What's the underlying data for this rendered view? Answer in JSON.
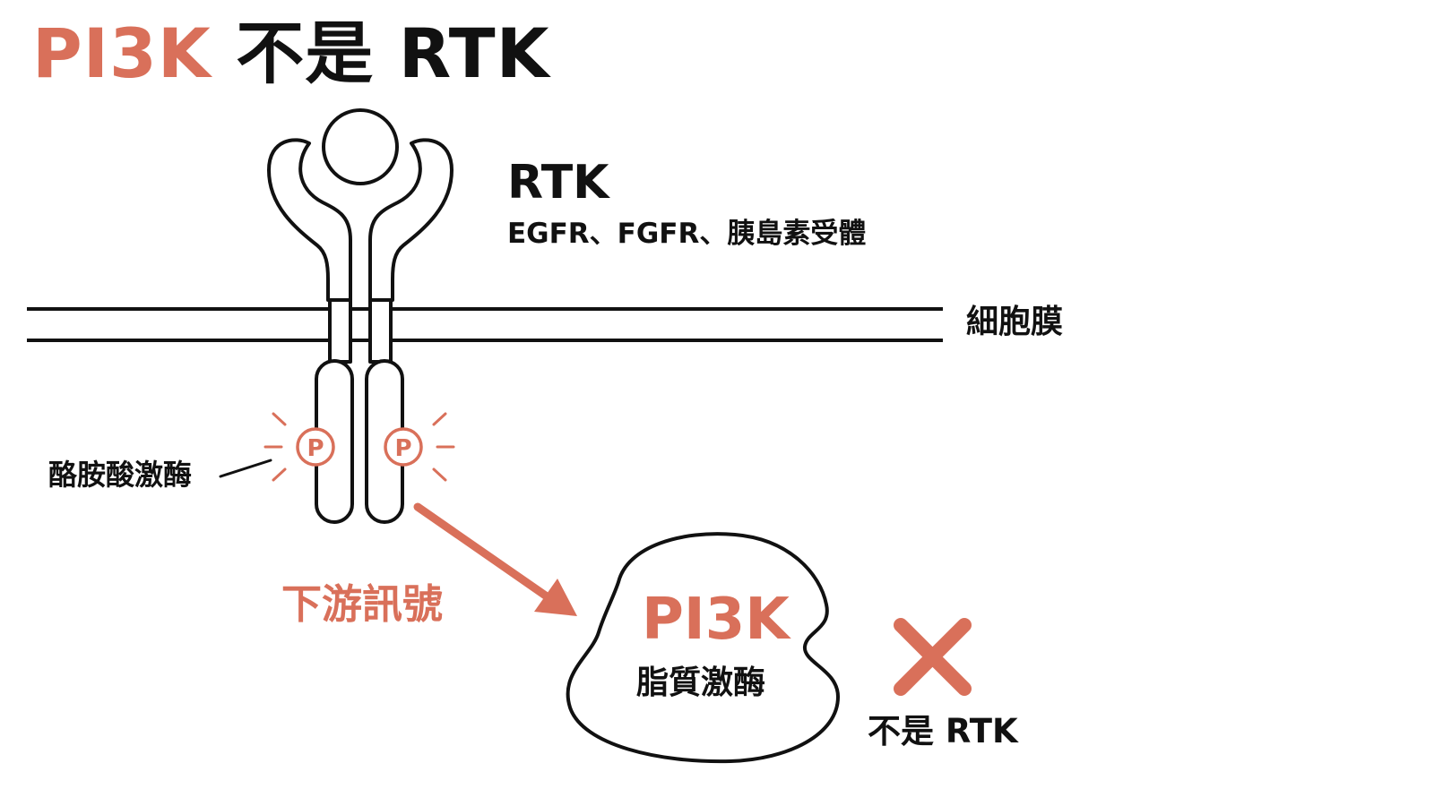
{
  "title": {
    "accent": "PI3K",
    "rest": "不是 RTK"
  },
  "rtk": {
    "name": "RTK",
    "examples": "EGFR、FGFR、胰島素受體"
  },
  "membrane": {
    "label": "細胞膜"
  },
  "tyrosine_kinase": {
    "label": "酪胺酸激酶",
    "phospho_symbol": "P"
  },
  "downstream": {
    "label": "下游訊號"
  },
  "pi3k": {
    "name": "PI3K",
    "description": "脂質激酶"
  },
  "not_rtk": {
    "label": "不是 RTK"
  },
  "colors": {
    "accent": "#d9705a",
    "ink": "#111111"
  }
}
